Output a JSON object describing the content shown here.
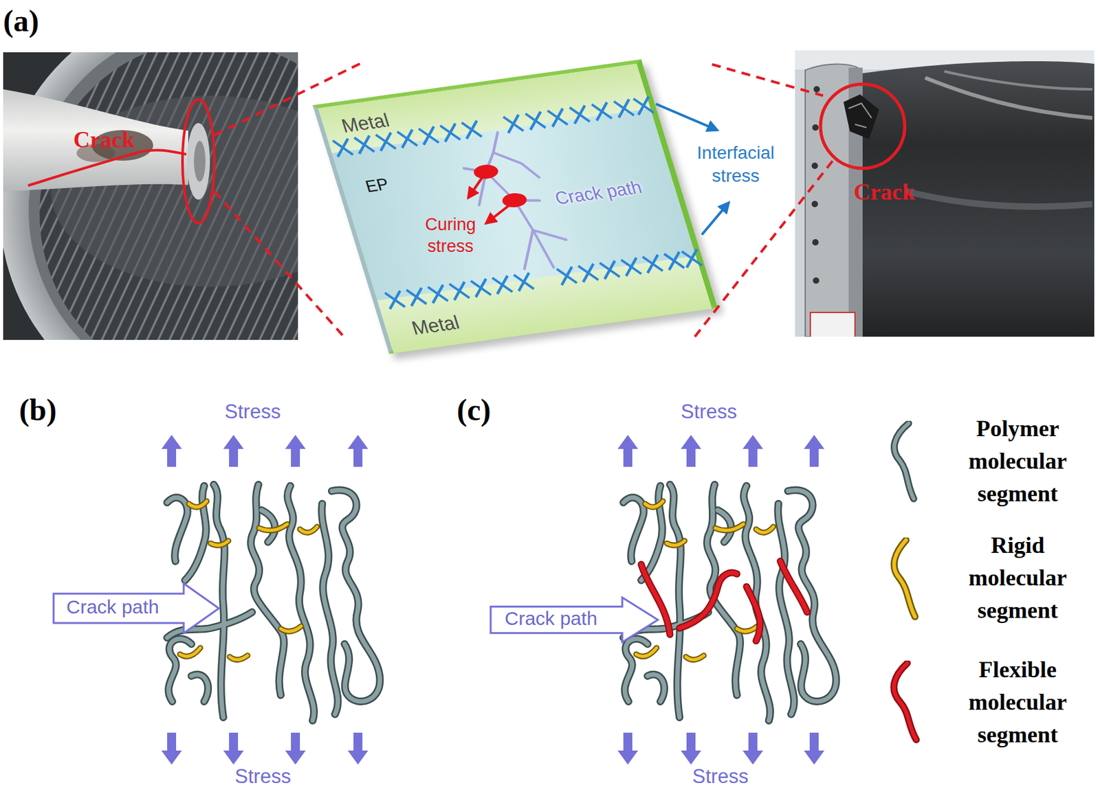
{
  "diagram": {
    "nodes": [
      {
        "text": [
          "EP"
        ]
      },
      {
        "text": [
          "Metal"
        ],
        "in": 0
      },
      {
        "text": [
          "Metal"
        ],
        "in": 0
      },
      {
        "text": [
          "Crack path"
        ]
      },
      {
        "text": [
          "Crack path"
        ]
      }
    ],
    "labels": [
      "(a)",
      "Crack",
      "Curing stress",
      "Crack path",
      "Interfacial stress",
      "Crack",
      "(b)",
      "Stress",
      "Stress",
      "(c)",
      "Stress",
      "Stress"
    ],
    "legend": [
      {
        "text": "Polymer molecular segment"
      },
      {
        "text": "Rigid molecular segment"
      },
      {
        "text": "Flexible molecular segment"
      }
    ]
  }
}
